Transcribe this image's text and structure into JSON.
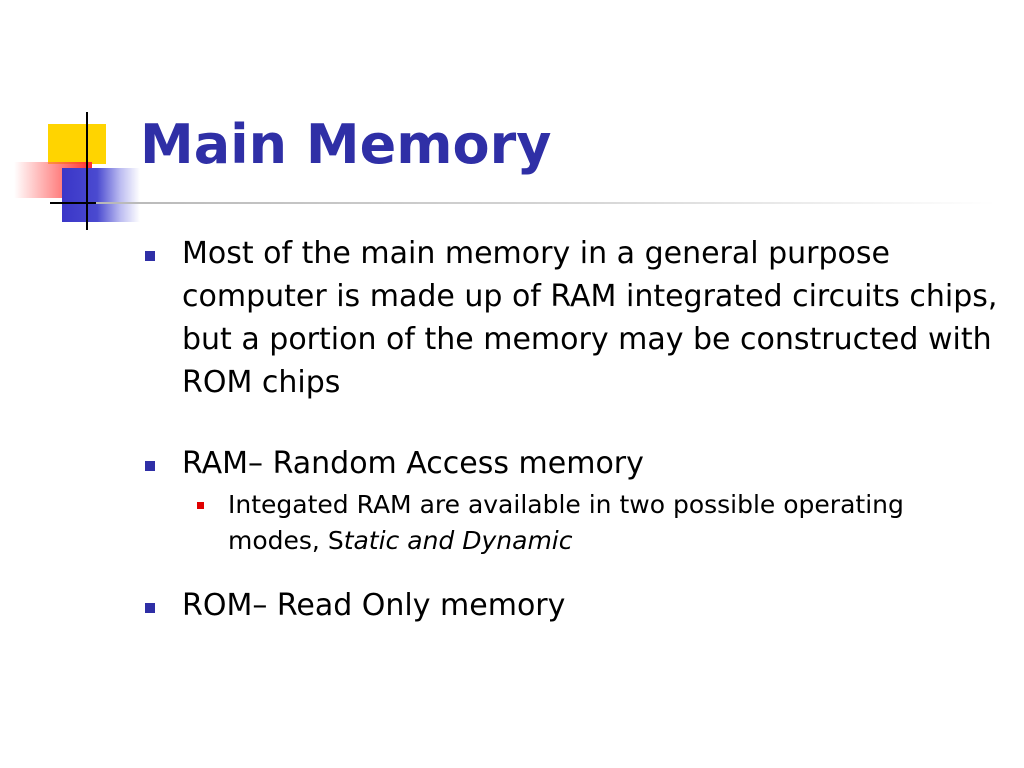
{
  "slide": {
    "title": "Main Memory",
    "bullets": [
      {
        "text": "Most of the main memory in a general purpose computer is made up of RAM integrated circuits chips, but a portion of the memory may be constructed with ROM chips"
      },
      {
        "text": "RAM– Random Access memory",
        "sub": {
          "text_plain": "Integated RAM are available in two possible operating modes, S",
          "text_italic": "tatic and Dynamic"
        }
      },
      {
        "text": "ROM– Read Only memory"
      }
    ]
  },
  "colors": {
    "title": "#2f2fa6",
    "bullet_marker": "#2f2fa6",
    "sub_bullet_marker": "#e00000",
    "logo_yellow": "#ffd400",
    "logo_red": "#ff2e2e",
    "logo_blue": "#3a36c8"
  },
  "icons": {
    "logo": "decorative-squares-logo"
  }
}
